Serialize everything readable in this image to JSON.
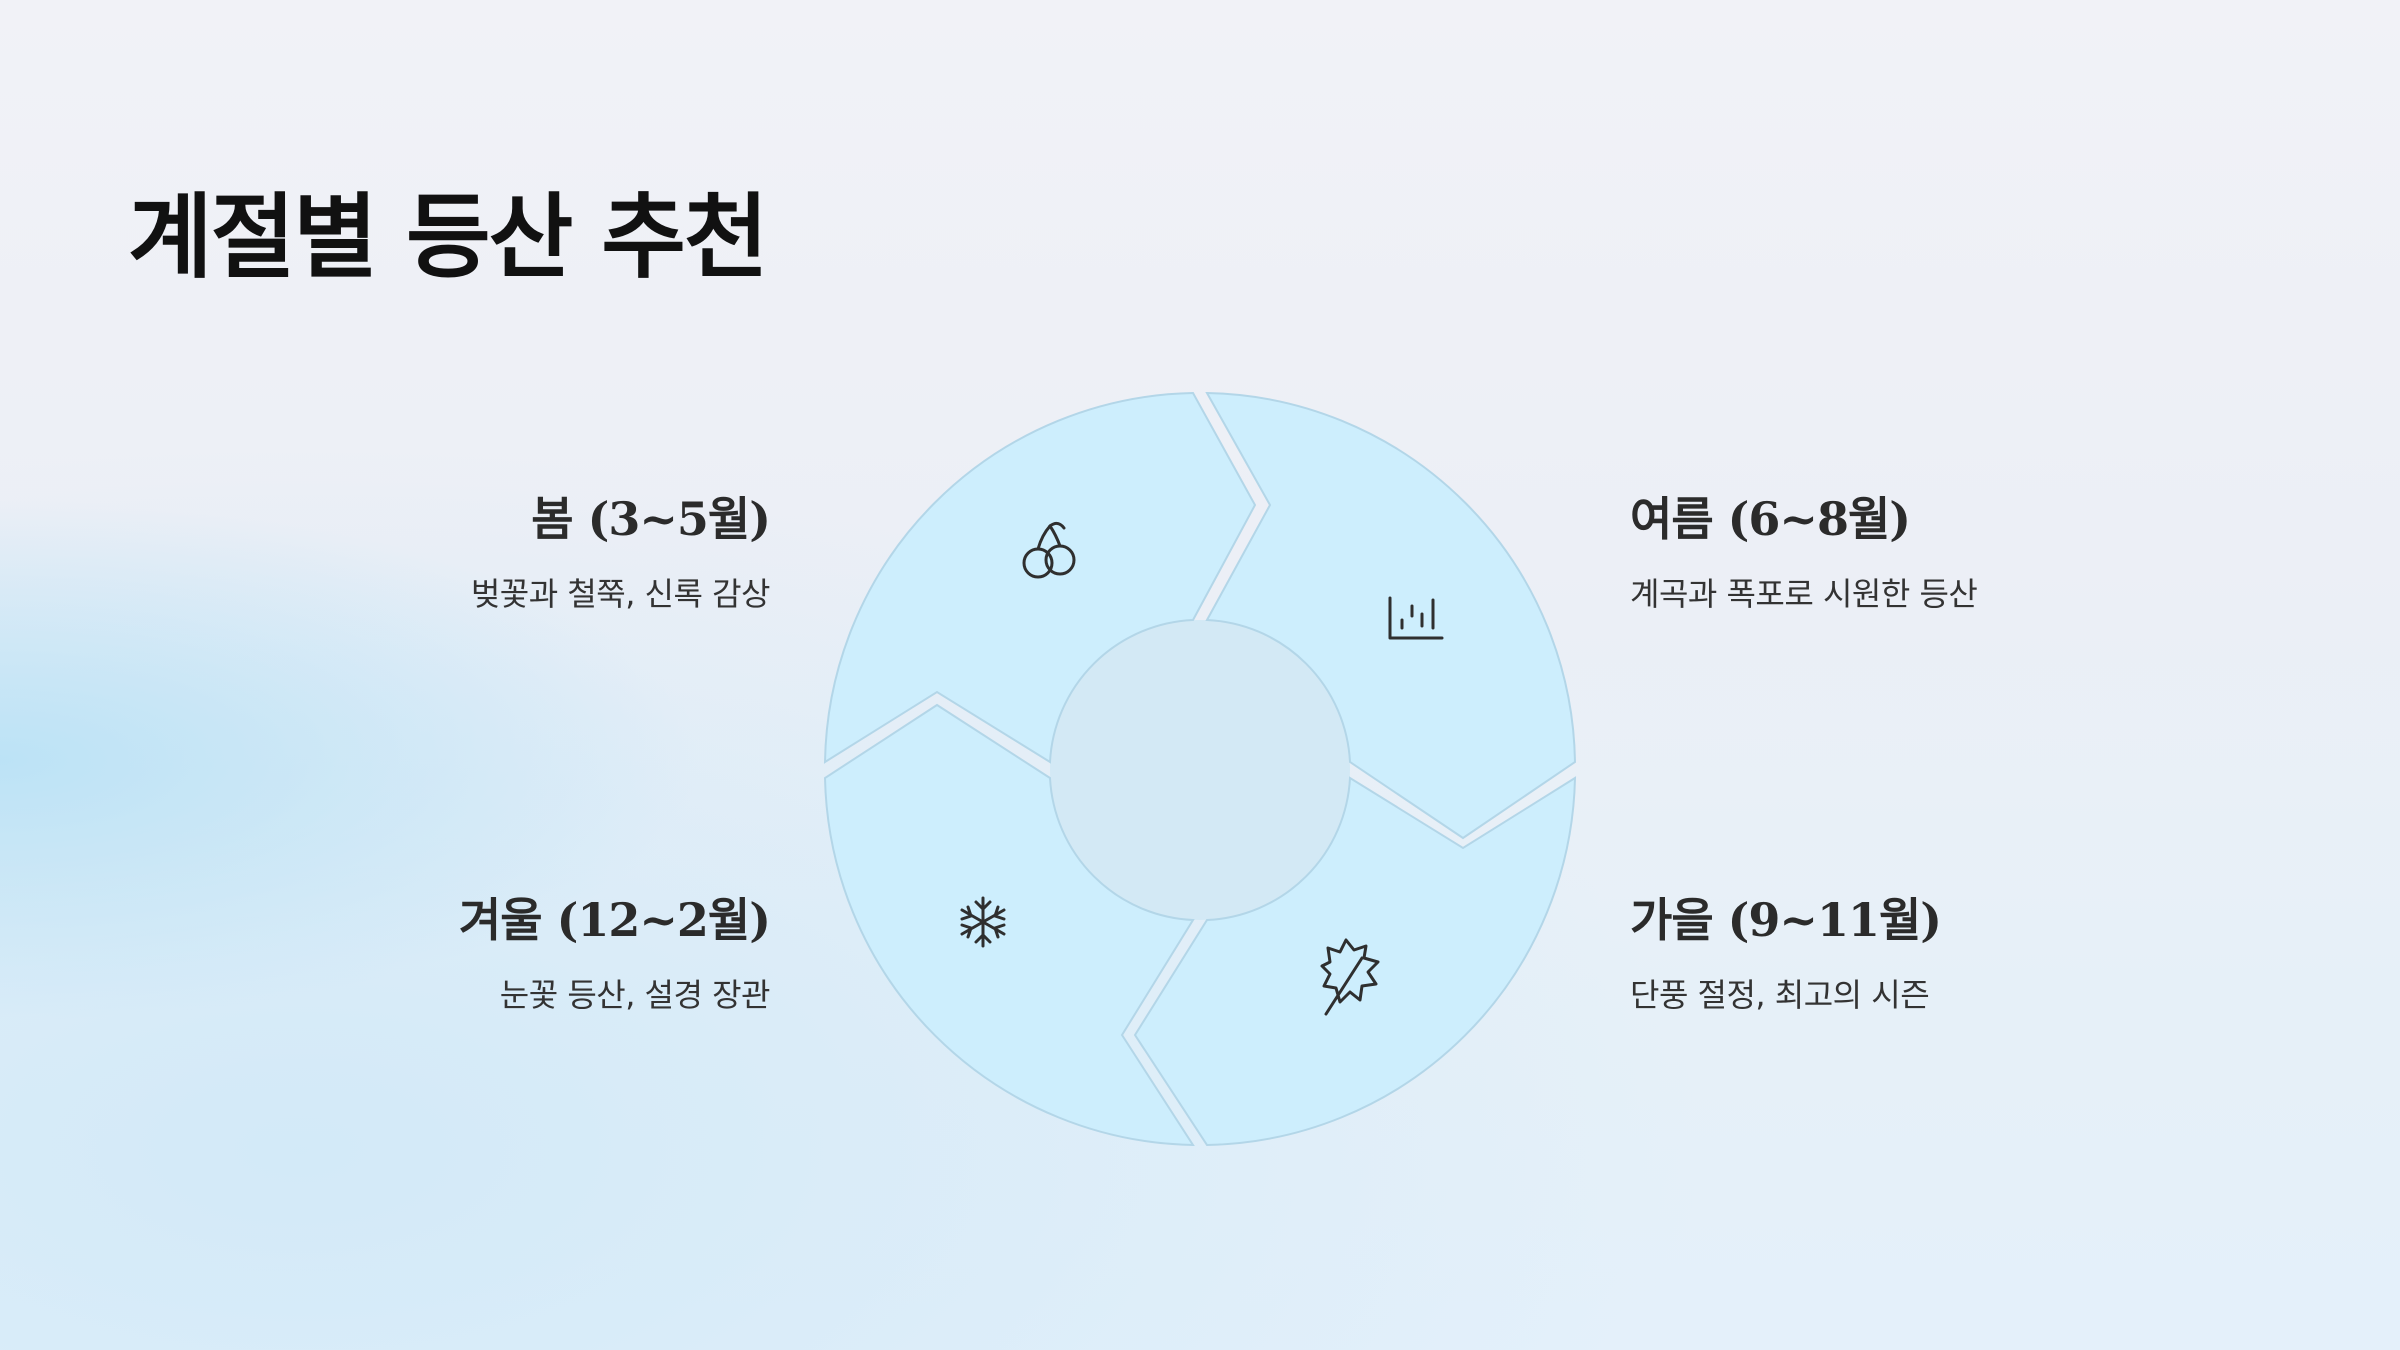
{
  "title": "계절별 등산 추천",
  "seasons": {
    "spring": {
      "name": "봄 (3~5월)",
      "desc": "벚꽃과 철쭉, 신록 감상",
      "icon": "cherry-icon"
    },
    "summer": {
      "name": "여름 (6~8월)",
      "desc": "계곡과 폭포로 시원한 등산",
      "icon": "waterfall-icon"
    },
    "autumn": {
      "name": "가을 (9~11월)",
      "desc": "단풍 절정, 최고의 시즌",
      "icon": "maple-leaf-icon"
    },
    "winter": {
      "name": "겨울 (12~2월)",
      "desc": "눈꽃 등산, 설경 장관",
      "icon": "snowflake-icon"
    }
  },
  "colors": {
    "segment_fill": "#cdeefd",
    "segment_stroke": "#b3d6e8",
    "text": "#2b2b2b"
  }
}
